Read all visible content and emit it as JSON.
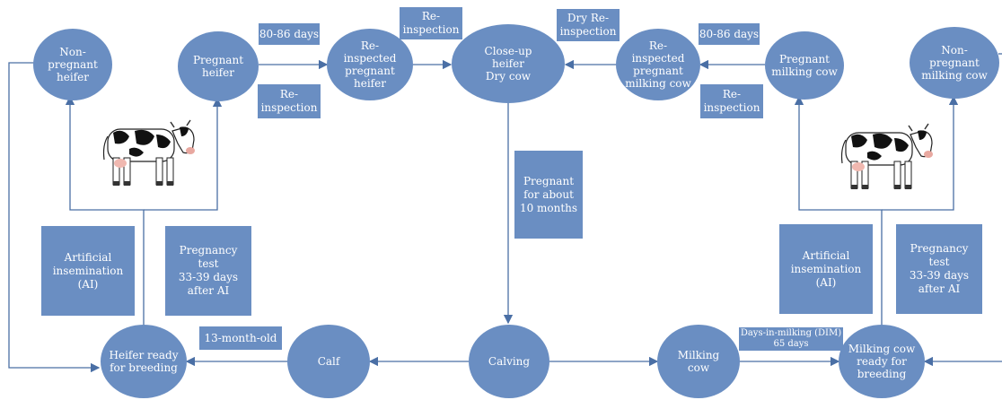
{
  "nodes": {
    "non_pregnant_heifer": "Non-\npregnant\nheifer",
    "pregnant_heifer": "Pregnant\nheifer",
    "reinspected_pregnant_heifer": "Re-\ninspected\npregnant\nheifer",
    "closeup_heifer_dry_cow": "Close-up\nheifer\nDry cow",
    "reinspected_pregnant_milking_cow": "Re-\ninspected\npregnant\nmilking cow",
    "pregnant_milking_cow": "Pregnant\nmilking cow",
    "non_pregnant_milking_cow": "Non-\npregnant\nmilking cow",
    "heifer_ready": "Heifer ready\nfor breeding",
    "calf": "Calf",
    "calving": "Calving",
    "milking_cow": "Milking\ncow",
    "milking_cow_ready": "Milking cow\nready for\nbreeding"
  },
  "labels": {
    "days_left": "80-86 days",
    "reinspection_left_top": "Re-\ninspection",
    "reinspection_left_bottom": "Re-\ninspection",
    "dry_reinspection": "Dry Re-\ninspection",
    "days_right": "80-86 days",
    "reinspection_right_bottom": "Re-\ninspection",
    "pregnant_10_months": "Pregnant\nfor about\n10 months",
    "ai_left": "Artificial\ninsemination\n(AI)",
    "preg_test_left": "Pregnancy\ntest\n33-39 days\nafter AI",
    "ai_right": "Artificial\ninsemination\n(AI)",
    "preg_test_right": "Pregnancy\ntest\n33-39 days\nafter AI",
    "thirteen_month": "13-month-old",
    "dim": "Days-in-milking (DIM)\n65 days"
  },
  "colors": {
    "node": "#6a8ec2",
    "line": "#4a6fa5"
  },
  "icons": [
    "cow-illustration-left",
    "cow-illustration-right"
  ]
}
